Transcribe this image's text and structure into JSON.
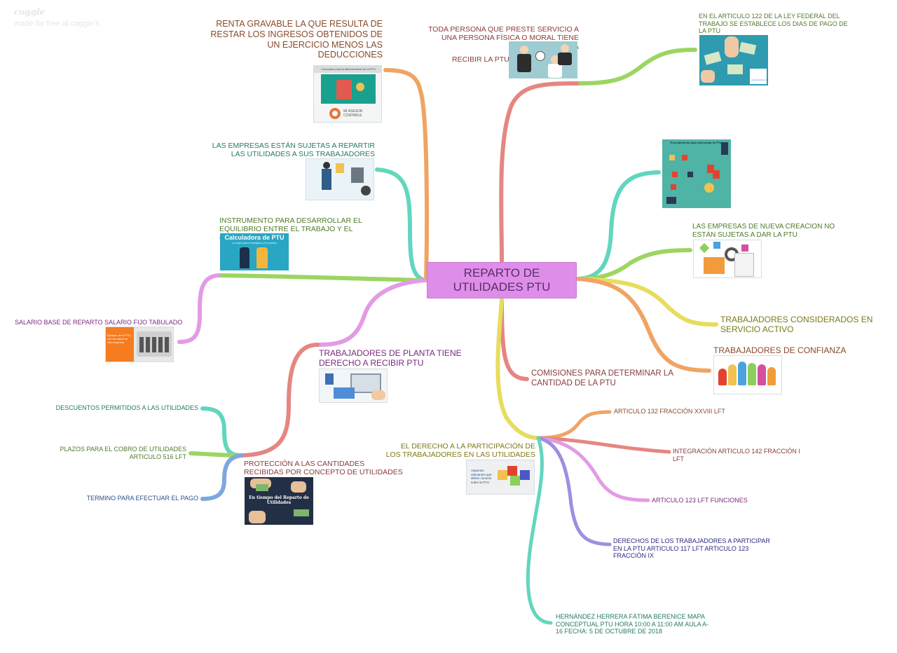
{
  "watermark": {
    "logo": "coggle",
    "subtitle": "made for free at coggle.it"
  },
  "center": {
    "line1": "REPARTO DE",
    "line2": "UTILIDADES PTU"
  },
  "colors": {
    "center_fill": "#de8ee8",
    "branch_orange": "#f0a464",
    "branch_teal": "#62d6be",
    "branch_green": "#9cd561",
    "branch_pink": "#e39be6",
    "branch_red": "#e58682",
    "branch_yellow": "#e8dc5e",
    "branch_purple": "#9d8fe0",
    "branch_blue": "#7ea6e0"
  },
  "nodes": {
    "renta": "RENTA GRAVABLE LA QUE RESULTA DE RESTAR LOS INGRESOS OBTENIDOS DE UN EJERCICIO MENOS LAS DEDUCCIONES",
    "persona_line1": "TODA PERSONA QUE PRESTE SERVICIO A UNA PERSONA FÍSICA O MORAL TIENE DERECHO A",
    "persona_line2": "RECIBIR LA PTU",
    "articulo122": "EN EL ARTICULO 122 DE LA LEY FEDERAL DEL TRABAJO SE ESTABLECE LOS DIAS DE PAGO DE LA PTU",
    "empresas_sujetas": "LAS EMPRESAS ESTÁN SUJETAS A REPARTIR LAS UTILIDADES A SUS TRABAJADORES",
    "instrumento": "INSTRUMENTO PARA DESARROLLAR EL EQUILIBRIO ENTRE EL TRABAJO Y EL CAPITAL",
    "salario": "SALARIO BASE DE REPARTO SALARIO FIJO TABULADO",
    "planta": "TRABAJADORES DE PLANTA TIENE DERECHO A RECIBIR PTU",
    "descuentos": "DESCUENTOS PERMITIDOS A LAS UTILIDADES",
    "plazos": "PLAZOS PARA EL COBRO DE UTILIDADES ARTICULO 516 LFT",
    "termino": "TERMINO PARA EFECTUAR EL PAGO",
    "proteccion": "PROTECCIÓN A LAS CANTIDADES RECIBIDAS POR CONCEPTO DE UTILIDADES",
    "nueva_creacion": "LAS EMPRESAS DE NUEVA CREACION NO ESTÁN SUJETAS A DAR LA PTU",
    "servicio_activo": "TRABAJADORES CONSIDERADOS EN SERVICIO ACTIVO",
    "confianza": "TRABAJADORES DE CONFIANZA",
    "comisiones": "COMISIONES PARA DETERMINAR LA CANTIDAD DE LA PTU",
    "derecho": "EL DERECHO A LA PARTICIPACIÓN DE LOS TRABAJADORES EN LAS UTILIDADES",
    "art132": "ARTICULO 132 FRACCIÓN XXVIII LFT",
    "integracion": "INTEGRACIÓN ARTICULO 142 FRACCIÓN I LFT",
    "art123": "ARTICULO 123 LFT FUNCIONES",
    "derechos117": "DERECHOS DE LOS TRABAJADORES A PARTICIPAR EN LA PTU ARTICULO 117 LFT ARTICULO 123 FRACCIÓN IX",
    "autor": "HERNÁNDEZ HERRERA FÁTIMA BERENICE MAPA CONCEPTUAL PTU HORA 10:00 A 11:00 AM AULA A-16 FECHA: 5 DE OCTUBRE DE 2018"
  },
  "images": {
    "renta_caption": "Conceptos para la determinación de la PTU",
    "renta_brand": "MI ASESOR CONTABLE",
    "instrumento_title": "Calculadora de PTU",
    "instrumento_sub": "Lo mejor para el trabajador y la empresa",
    "salario_text": "Ejemplo de la PTU, con los datos de esta empresa",
    "proteccion_title": "En tiempo del Reparto de Utilidades",
    "derecho_text": "Aspectos relevantes que debes conocer sobre la PTU",
    "diagram_title": "Procedimiento para determinar la PTU",
    "articulo122_brand": "spokesmedia.com"
  }
}
